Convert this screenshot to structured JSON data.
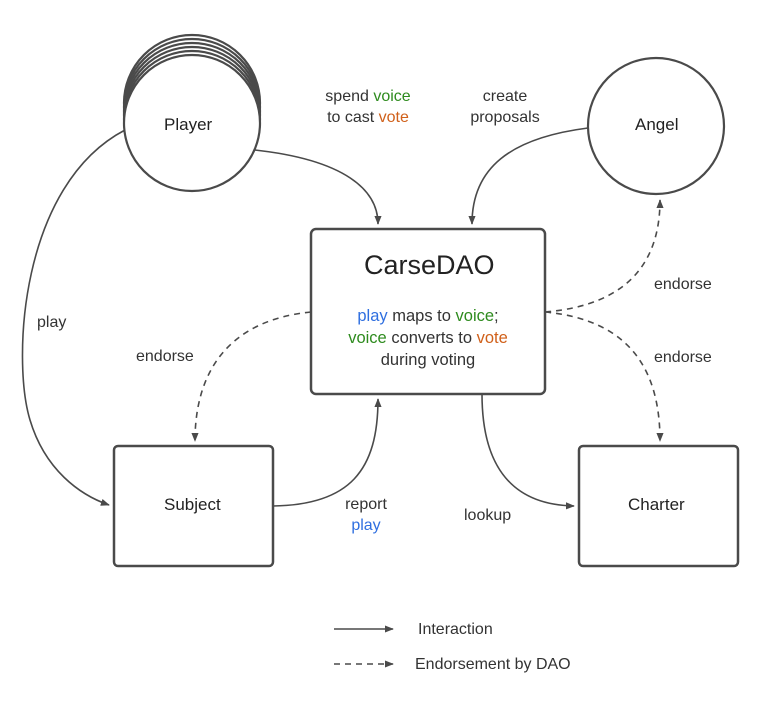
{
  "colors": {
    "line": "#4a4a4a",
    "voice": "#2e8b1e",
    "vote": "#d0601a",
    "play": "#2f6fe0"
  },
  "nodes": {
    "player": "Player",
    "angel": "Angel",
    "dao_title": "CarseDAO",
    "subject": "Subject",
    "charter": "Charter"
  },
  "dao_desc": {
    "line1": {
      "play": "play",
      "maps": " maps to ",
      "voice": "voice",
      "end": ";"
    },
    "line2": {
      "voice": "voice",
      "converts": " converts to ",
      "vote": "vote"
    },
    "line3": "during voting"
  },
  "edges": {
    "spend": {
      "a": "spend ",
      "voice": "voice",
      "b": "to cast ",
      "vote": "vote"
    },
    "create": {
      "line1": "create",
      "line2": "proposals"
    },
    "play": "play",
    "endorse_subject": "endorse",
    "endorse_angel": "endorse",
    "endorse_charter": "endorse",
    "report": {
      "line1": "report",
      "play": "play"
    },
    "lookup": "lookup"
  },
  "legend": {
    "interaction": "Interaction",
    "endorsement": "Endorsement by DAO"
  }
}
